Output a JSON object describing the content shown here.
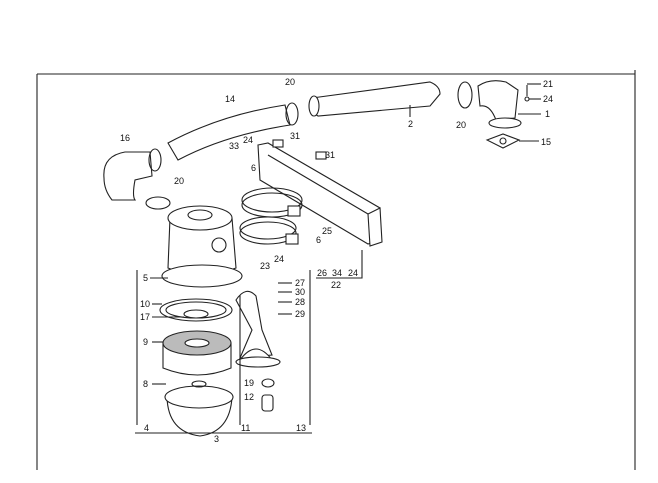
{
  "diagram": {
    "type": "exploded parts diagram - air filter assembly",
    "part_numbers": [
      "21",
      "24",
      "1",
      "15",
      "2",
      "20",
      "20",
      "14",
      "31",
      "24",
      "33",
      "6",
      "31",
      "16",
      "20",
      "25",
      "6",
      "24",
      "23",
      "26",
      "34",
      "24",
      "22",
      "5",
      "27",
      "30",
      "28",
      "29",
      "10",
      "17",
      "9",
      "8",
      "19",
      "12",
      "4",
      "11",
      "13",
      "3"
    ]
  }
}
